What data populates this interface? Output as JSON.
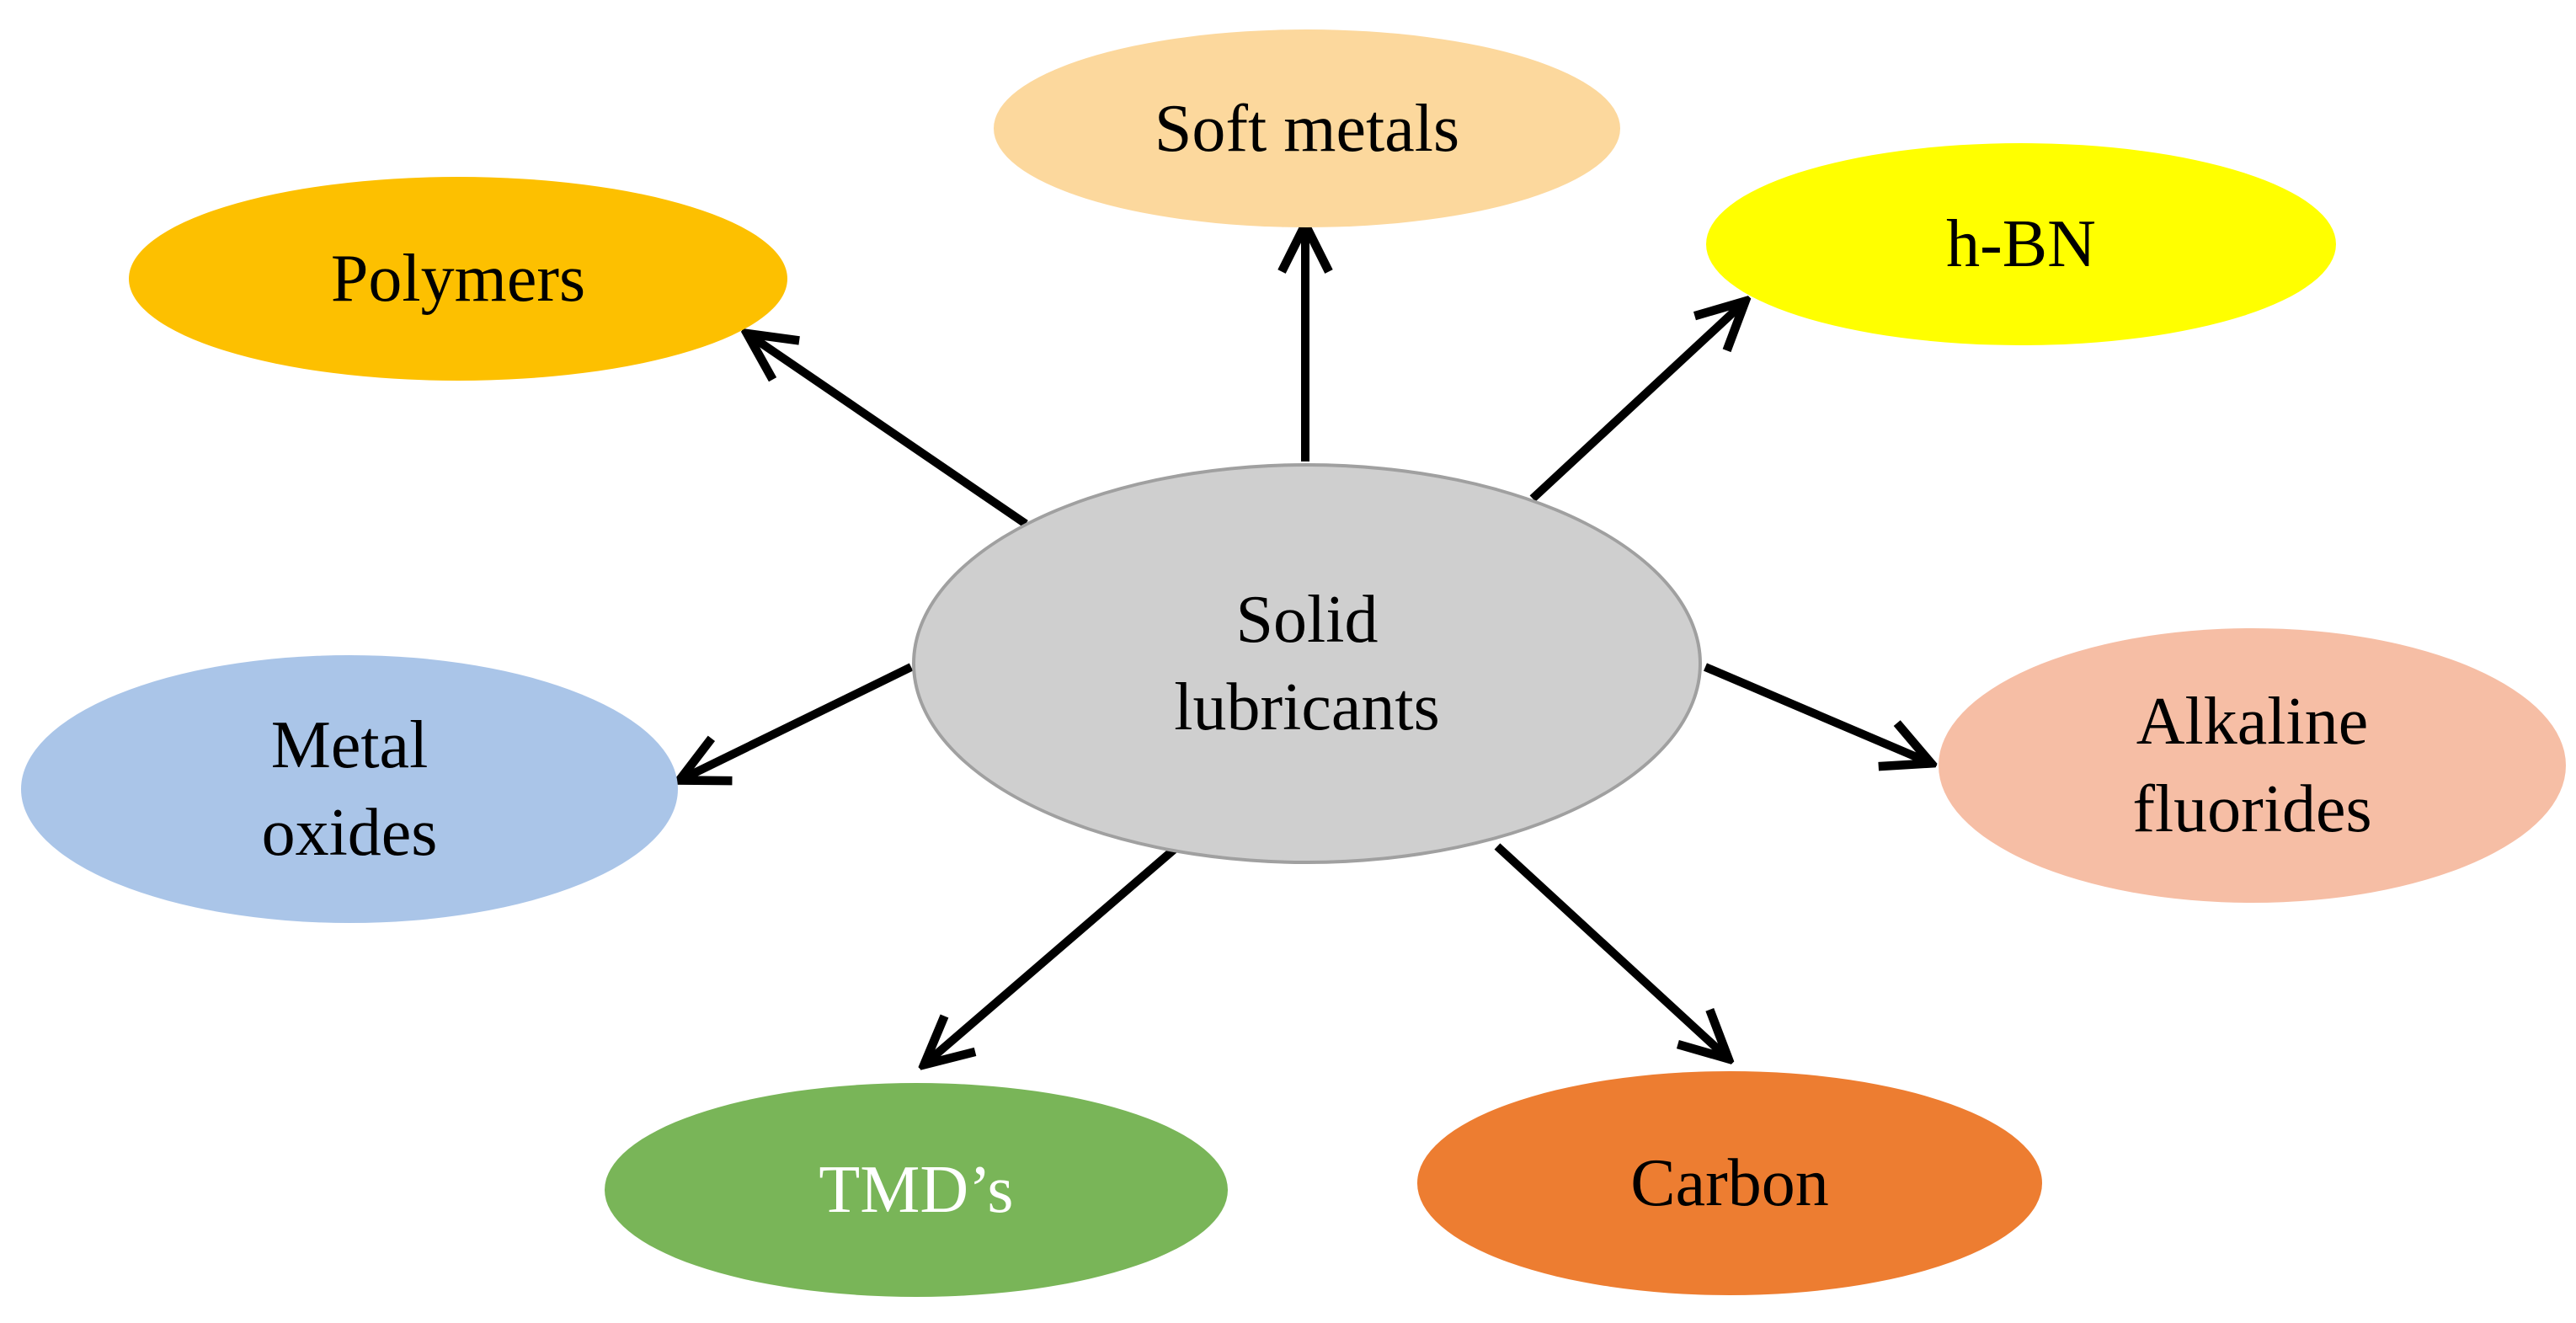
{
  "center": {
    "label": "Solid\nlubricants",
    "fill": "#cfcfcf",
    "stroke": "#a0a0a0"
  },
  "nodes": [
    {
      "key": "soft_metals",
      "label": "Soft metals",
      "fill": "#fcd89d",
      "text_color": "#000000"
    },
    {
      "key": "h_bn",
      "label": "h-BN",
      "fill": "#ffff00",
      "text_color": "#000000"
    },
    {
      "key": "polymers",
      "label": "Polymers",
      "fill": "#fdc000",
      "text_color": "#000000"
    },
    {
      "key": "metal_oxides",
      "label": "Metal\noxides",
      "fill": "#aac5e8",
      "text_color": "#000000"
    },
    {
      "key": "alkaline_fluorides",
      "label": "Alkaline\nfluorides",
      "fill": "#f6bea5",
      "text_color": "#000000"
    },
    {
      "key": "tmds",
      "label": "TMD’s",
      "fill": "#79b558",
      "text_color": "#ffffff"
    },
    {
      "key": "carbon",
      "label": "Carbon",
      "fill": "#ed7d31",
      "text_color": "#000000"
    }
  ],
  "arrow_color": "#000000"
}
